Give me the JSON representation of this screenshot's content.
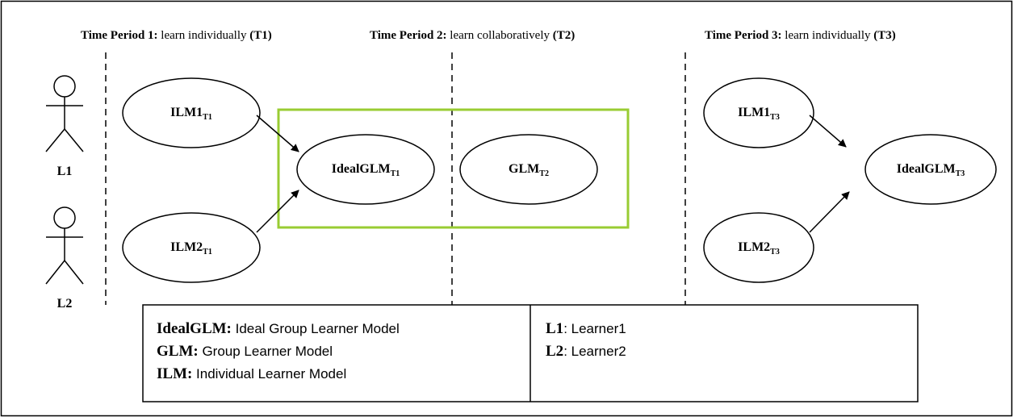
{
  "headers": [
    {
      "bold": "Time Period 1:",
      "text": " learn individually ",
      "tag": "(T1)"
    },
    {
      "bold": "Time Period 2:",
      "text": " learn collaboratively ",
      "tag": "(T2)"
    },
    {
      "bold": "Time Period 3:",
      "text": " learn individually ",
      "tag": "(T3)"
    }
  ],
  "learners": [
    {
      "label": "L1"
    },
    {
      "label": "L2"
    }
  ],
  "nodes": {
    "ilm1_t1": {
      "main": "ILM1",
      "sub": "T1"
    },
    "ilm2_t1": {
      "main": "ILM2",
      "sub": "T1"
    },
    "ideal_t1": {
      "main": "IdealGLM",
      "sub": "T1"
    },
    "glm_t2": {
      "main": "GLM",
      "sub": "T2"
    },
    "ilm1_t3": {
      "main": "ILM1",
      "sub": "T3"
    },
    "ilm2_t3": {
      "main": "ILM2",
      "sub": "T3"
    },
    "ideal_t3": {
      "main": "IdealGLM",
      "sub": "T3"
    }
  },
  "legend": {
    "left": [
      {
        "term": "IdealGLM:",
        "desc": " Ideal Group Learner Model"
      },
      {
        "term": "GLM:",
        "desc": " Group Learner Model"
      },
      {
        "term": "ILM:",
        "desc": " Individual Learner Model"
      }
    ],
    "right": [
      {
        "term": "L1",
        "desc": ": Learner1"
      },
      {
        "term": "L2",
        "desc": ": Learner2"
      }
    ]
  },
  "colors": {
    "group_box": "#99cc33",
    "stroke": "#000000"
  }
}
